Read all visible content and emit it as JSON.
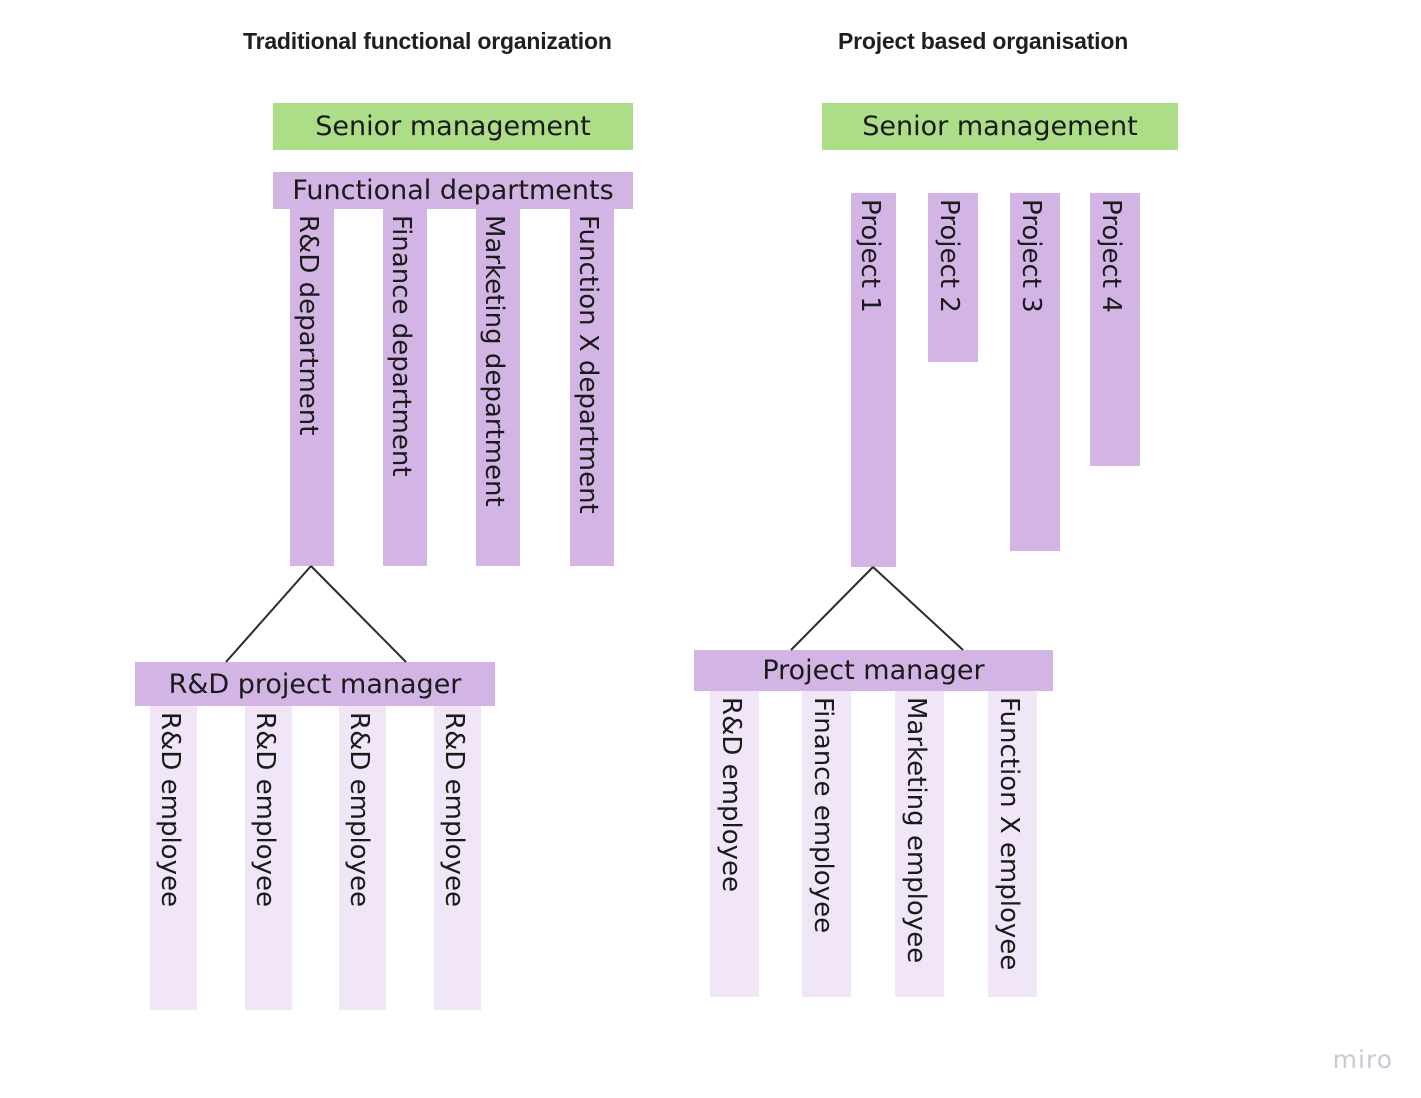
{
  "watermark": "miro",
  "colors": {
    "green": "#addd87",
    "purple": "#d3b5e5",
    "light_purple": "#f0e6f7",
    "line": "#2b2b2b",
    "text": "#1a1a1a",
    "watermark": "#c9c9d4",
    "background": "#ffffff"
  },
  "panels": [
    {
      "id": "traditional",
      "title": "Traditional functional organization",
      "top_box": {
        "label": "Senior management",
        "color": "green"
      },
      "group_bar": {
        "label": "Functional departments",
        "color": "purple"
      },
      "columns": [
        {
          "label": "R&D department"
        },
        {
          "label": "Finance department"
        },
        {
          "label": "Marketing department"
        },
        {
          "label": "Function X department"
        }
      ],
      "manager_bar": {
        "label": "R&D project manager",
        "color": "purple"
      },
      "employees": [
        {
          "label": "R&D employee"
        },
        {
          "label": "R&D employee"
        },
        {
          "label": "R&D employee"
        },
        {
          "label": "R&D employee"
        }
      ]
    },
    {
      "id": "project-based",
      "title": "Project based organisation",
      "top_box": {
        "label": "Senior management",
        "color": "green"
      },
      "columns": [
        {
          "label": "Project 1"
        },
        {
          "label": "Project 2"
        },
        {
          "label": "Project 3"
        },
        {
          "label": "Project 4"
        }
      ],
      "manager_bar": {
        "label": "Project manager",
        "color": "purple"
      },
      "employees": [
        {
          "label": "R&D employee"
        },
        {
          "label": "Finance employee"
        },
        {
          "label": "Marketing employee"
        },
        {
          "label": "Function X employee"
        }
      ]
    }
  ]
}
